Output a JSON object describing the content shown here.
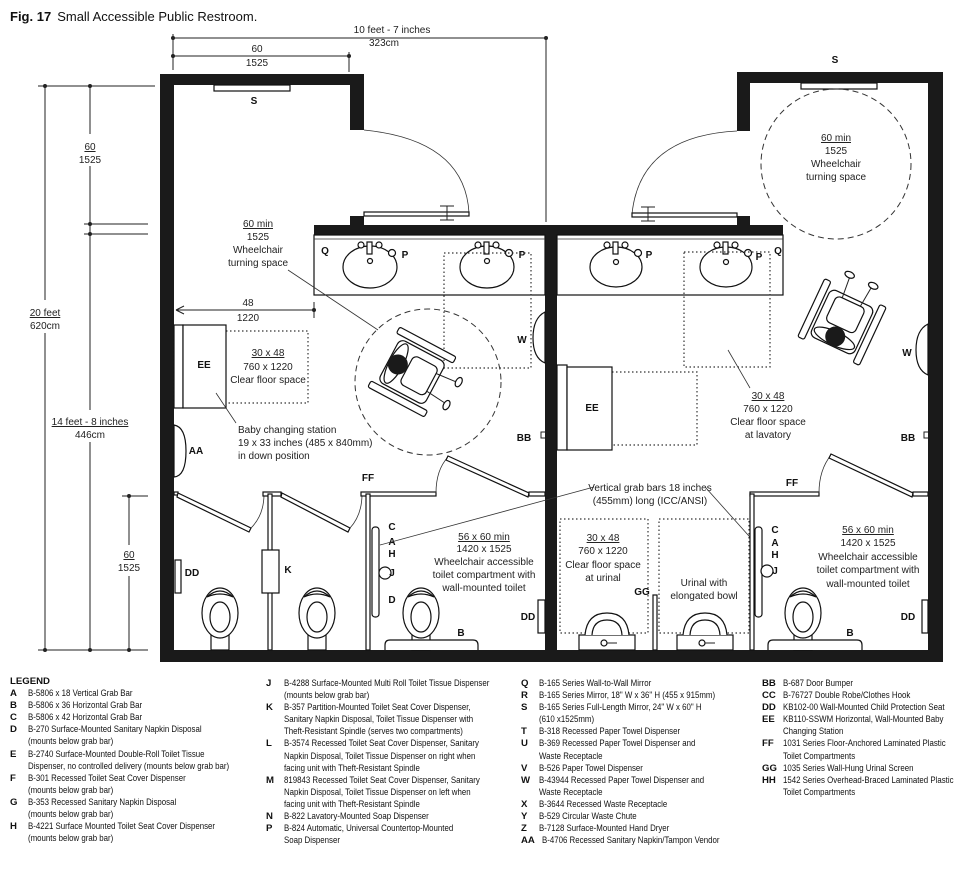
{
  "figure": {
    "number": "Fig. 17",
    "title": "Small Accessible Public Restroom."
  },
  "dimensions": {
    "overall_width": "10 feet - 7 inches",
    "overall_width_metric": "323cm",
    "top_60": "60",
    "top_60_metric": "1525",
    "left_60": "60",
    "left_60_metric": "1525",
    "overall_depth": "20 feet",
    "overall_depth_metric": "620cm",
    "depth_partial": "14 feet - 8 inches",
    "depth_partial_metric": "446cm",
    "stall_60": "60",
    "stall_60_metric": "1525",
    "clear_48": "48",
    "clear_48_metric": "1220"
  },
  "annotations": {
    "turning_left": {
      "size": "60 min",
      "metric": "1525",
      "l1": "Wheelchair",
      "l2": "turning space"
    },
    "turning_right": {
      "size": "60 min",
      "metric": "1525",
      "l1": "Wheelchair",
      "l2": "turning space"
    },
    "clear_floor_left": {
      "size": "30 x 48",
      "metric": "760 x 1220",
      "l1": "Clear floor space"
    },
    "baby_station": {
      "l1": "Baby changing station",
      "l2": "19 x 33 inches (485 x 840mm)",
      "l3": "in down position"
    },
    "clear_lav": {
      "size": "30 x 48",
      "metric": "760 x 1220",
      "l1": "Clear floor space",
      "l2": "at lavatory"
    },
    "clear_urinal": {
      "size": "30 x 48",
      "metric": "760 x 1220",
      "l1": "Clear floor space",
      "l2": "at urinal"
    },
    "urinal": {
      "l1": "Urinal with",
      "l2": "elongated bowl"
    },
    "grab_bars": {
      "l1": "Vertical grab bars 18 inches",
      "l2": "(455mm) long (ICC/ANSI)"
    },
    "acc_left": {
      "size": "56 x 60 min",
      "metric": "1420 x 1525",
      "l1": "Wheelchair accessible",
      "l2": "toilet compartment with",
      "l3": "wall-mounted toilet"
    },
    "acc_right": {
      "size": "56 x 60 min",
      "metric": "1420 x 1525",
      "l1": "Wheelchair accessible",
      "l2": "toilet compartment with",
      "l3": "wall-mounted toilet"
    }
  },
  "tags": {
    "S": "S",
    "Q": "Q",
    "P": "P",
    "W": "W",
    "EE": "EE",
    "AA": "AA",
    "BB": "BB",
    "FF": "FF",
    "DD": "DD",
    "K": "K",
    "C": "C",
    "A": "A",
    "H": "H",
    "J": "J",
    "D": "D",
    "B": "B",
    "GG": "GG"
  },
  "legend": {
    "title": "LEGEND",
    "columns": [
      [
        {
          "code": "A",
          "lines": [
            "B-5806 x 18 Vertical Grab Bar"
          ]
        },
        {
          "code": "B",
          "lines": [
            "B-5806 x 36 Horizontal Grab Bar"
          ]
        },
        {
          "code": "C",
          "lines": [
            "B-5806 x 42 Horizontal Grab Bar"
          ]
        },
        {
          "code": "D",
          "lines": [
            "B-270 Surface-Mounted Sanitary Napkin Disposal",
            "(mounts below grab bar)"
          ]
        },
        {
          "code": "E",
          "lines": [
            "B-2740 Surface-Mounted Double-Roll Toilet Tissue",
            "Dispenser, no controlled delivery (mounts below grab bar)"
          ]
        },
        {
          "code": "F",
          "lines": [
            "B-301 Recessed Toilet Seat Cover Dispenser",
            "(mounts below grab bar)"
          ]
        },
        {
          "code": "G",
          "lines": [
            "B-353 Recessed Sanitary Napkin Disposal",
            "(mounts below grab bar)"
          ]
        },
        {
          "code": "H",
          "lines": [
            "B-4221 Surface Mounted Toilet Seat Cover Dispenser",
            "(mounts below grab bar)"
          ]
        }
      ],
      [
        {
          "code": "J",
          "lines": [
            "B-4288 Surface-Mounted Multi Roll Toilet Tissue Dispenser",
            "(mounts below grab bar)"
          ]
        },
        {
          "code": "K",
          "lines": [
            "B-357 Partition-Mounted Toilet Seat Cover Dispenser,",
            "Sanitary Napkin Disposal, Toilet Tissue Dispenser with",
            "Theft-Resistant Spindle (serves two compartments)"
          ]
        },
        {
          "code": "L",
          "lines": [
            "B-3574 Recessed Toilet Seat Cover Dispenser, Sanitary",
            "Napkin Disposal, Toilet Tissue Dispenser on right when",
            "facing unit with Theft-Resistant Spindle"
          ]
        },
        {
          "code": "M",
          "lines": [
            "819843 Recessed Toilet Seat Cover Dispenser, Sanitary",
            "Napkin Disposal, Toilet Tissue Dispenser on left when",
            "facing unit with Theft-Resistant Spindle"
          ]
        },
        {
          "code": "N",
          "lines": [
            "B-822 Lavatory-Mounted Soap Dispenser"
          ]
        },
        {
          "code": "P",
          "lines": [
            "B-824 Automatic, Universal Countertop-Mounted",
            "Soap Dispenser"
          ]
        }
      ],
      [
        {
          "code": "Q",
          "lines": [
            "B-165 Series Wall-to-Wall Mirror"
          ]
        },
        {
          "code": "R",
          "lines": [
            "B-165 Series Mirror, 18\" W x 36\" H (455 x 915mm)"
          ]
        },
        {
          "code": "S",
          "lines": [
            "B-165 Series Full-Length Mirror, 24\" W x 60\" H",
            "(610 x1525mm)"
          ]
        },
        {
          "code": "T",
          "lines": [
            "B-318 Recessed Paper Towel Dispenser"
          ]
        },
        {
          "code": "U",
          "lines": [
            "B-369 Recessed Paper Towel Dispenser and",
            "Waste Receptacle"
          ]
        },
        {
          "code": "V",
          "lines": [
            "B-526 Paper Towel Dispenser"
          ]
        },
        {
          "code": "W",
          "lines": [
            "B-43944 Recessed Paper Towel Dispenser and",
            "Waste Receptacle"
          ]
        },
        {
          "code": "X",
          "lines": [
            "B-3644 Recessed Waste Receptacle"
          ]
        },
        {
          "code": "Y",
          "lines": [
            "B-529 Circular Waste Chute"
          ]
        },
        {
          "code": "Z",
          "lines": [
            "B-7128 Surface-Mounted Hand Dryer"
          ]
        },
        {
          "code": "AA",
          "lines": [
            "B-4706 Recessed Sanitary Napkin/Tampon Vendor"
          ]
        }
      ],
      [
        {
          "code": "BB",
          "lines": [
            "B-687 Door Bumper"
          ]
        },
        {
          "code": "CC",
          "lines": [
            "B-76727 Double Robe/Clothes Hook"
          ]
        },
        {
          "code": "DD",
          "lines": [
            "KB102-00 Wall-Mounted Child Protection Seat"
          ]
        },
        {
          "code": "EE",
          "lines": [
            "KB110-SSWM Horizontal, Wall-Mounted Baby",
            "Changing Station"
          ]
        },
        {
          "code": "FF",
          "lines": [
            "1031 Series Floor-Anchored Laminated Plastic",
            "Toilet Compartments"
          ]
        },
        {
          "code": "GG",
          "lines": [
            "1035 Series Wall-Hung Urinal Screen"
          ]
        },
        {
          "code": "HH",
          "lines": [
            "1542 Series Overhead-Braced Laminated Plastic",
            "Toilet Compartments"
          ]
        }
      ]
    ]
  }
}
